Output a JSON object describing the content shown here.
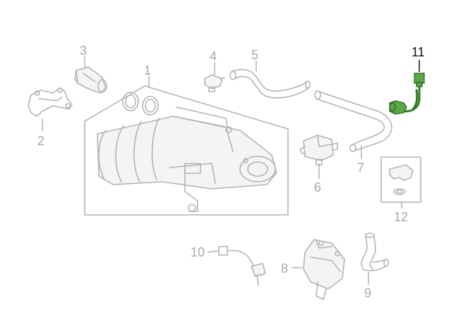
{
  "callouts": {
    "c1": "1",
    "c2": "2",
    "c3": "3",
    "c4": "4",
    "c5": "5",
    "c6": "6",
    "c7": "7",
    "c8": "8",
    "c9": "9",
    "c10": "10",
    "c11": "11",
    "c12": "12"
  },
  "highlighted_callout": "11",
  "colors": {
    "highlight_part": "#5aa84a",
    "line_art": "#b4b4b4",
    "active_label": "#111111"
  }
}
